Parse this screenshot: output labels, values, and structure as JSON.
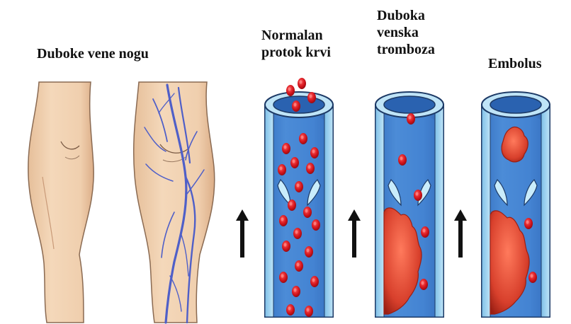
{
  "labels": {
    "legs": "Duboke  vene nogu",
    "normal_flow": "Normalan\nprotok krvi",
    "dvt": "Duboka\nvenska\ntromboza",
    "embolus": "Embolus"
  },
  "colors": {
    "skin": "#f2d3b3",
    "skin_shadow": "#dcae88",
    "skin_outline": "#7a5a44",
    "vein": "#4f5fc8",
    "vessel_blue": "#3a78c8",
    "vessel_light": "#9dd0ee",
    "vessel_outline": "#1d3a66",
    "blood_cell": "#d4141c",
    "clot": "#d83a2a",
    "arrow": "#111111"
  },
  "icons": {
    "flow_arrow": "up-arrow-icon"
  }
}
